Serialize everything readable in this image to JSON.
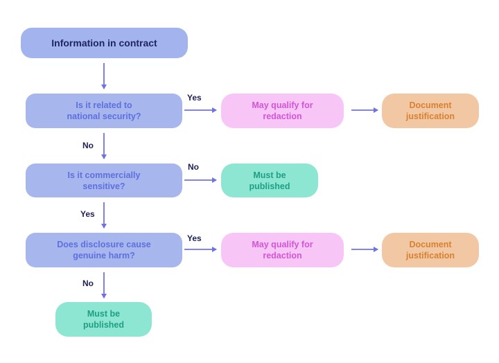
{
  "colors": {
    "start_fill": "#a3b3ee",
    "start_text": "#1d2560",
    "decision_fill": "#a7b6ec",
    "decision_text": "#5f6fe0",
    "redaction_fill": "#f7c6f7",
    "redaction_text": "#d255d6",
    "document_fill": "#f1c7a4",
    "document_text": "#d8812f",
    "published_fill": "#8ce6d2",
    "published_text": "#1f9f83",
    "arrow": "#6f72e2",
    "label_text": "#20205a"
  },
  "nodes": {
    "start": "Information in contract",
    "q1": "Is it related to national security?",
    "q2": "Is it commercially sensitive?",
    "q3": "Does disclosure cause genuine harm?",
    "redact1": "May qualify for redaction",
    "redact2": "May qualify for redaction",
    "doc1": "Document justification",
    "doc2": "Document justification",
    "pub1": "Must be published",
    "pub2": "Must be published"
  },
  "edge_labels": {
    "q1_yes": "Yes",
    "q1_no": "No",
    "q2_no": "No",
    "q2_yes": "Yes",
    "q3_yes": "Yes",
    "q3_no": "No"
  }
}
